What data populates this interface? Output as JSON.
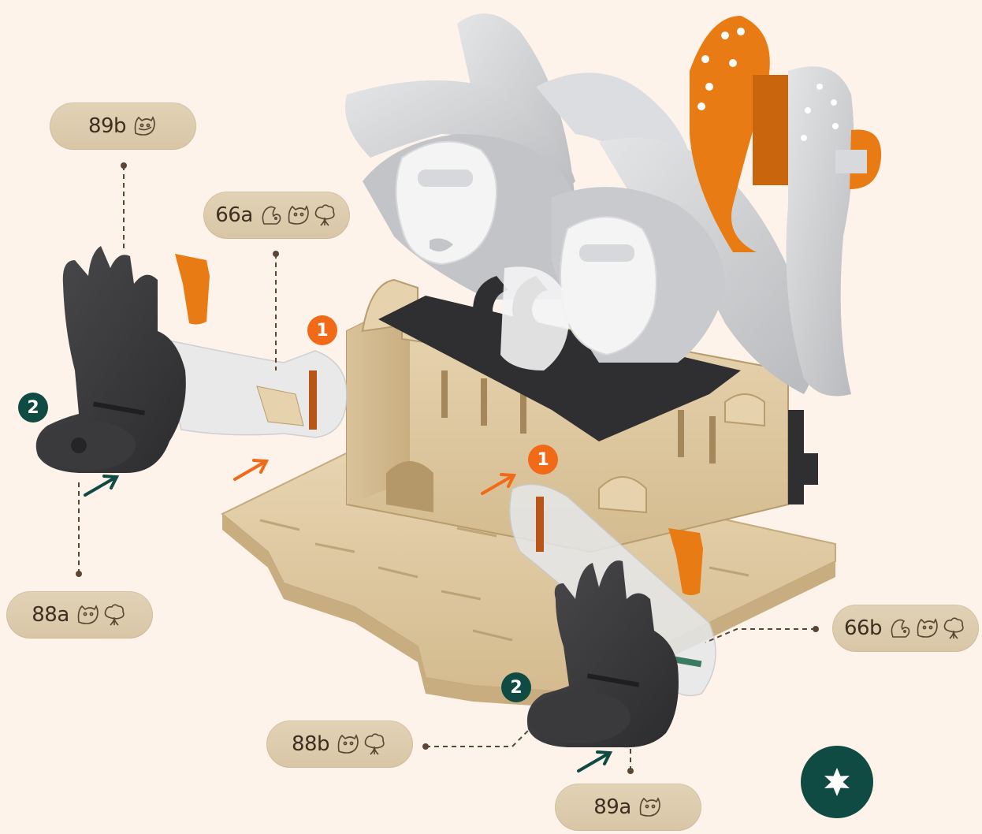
{
  "labels": {
    "p89b": "89b",
    "p66a": "66a",
    "p88a": "88a",
    "p66b": "66b",
    "p88b": "88b",
    "p89a": "89a"
  },
  "badges": {
    "step_one": "1",
    "step_two": "2"
  },
  "colors": {
    "background": "#fdf3ea",
    "wood": "#dcc6a0",
    "dark_piece": "#3a3a3c",
    "grey_piece": "#cfd0d2",
    "orange_piece": "#e87b14",
    "accent_orange": "#f06a18",
    "accent_green": "#0f4a43"
  },
  "icons": {
    "squirrel": "squirrel-icon",
    "raccoon": "raccoon-icon",
    "tree": "tree-icon",
    "star": "star-icon"
  }
}
